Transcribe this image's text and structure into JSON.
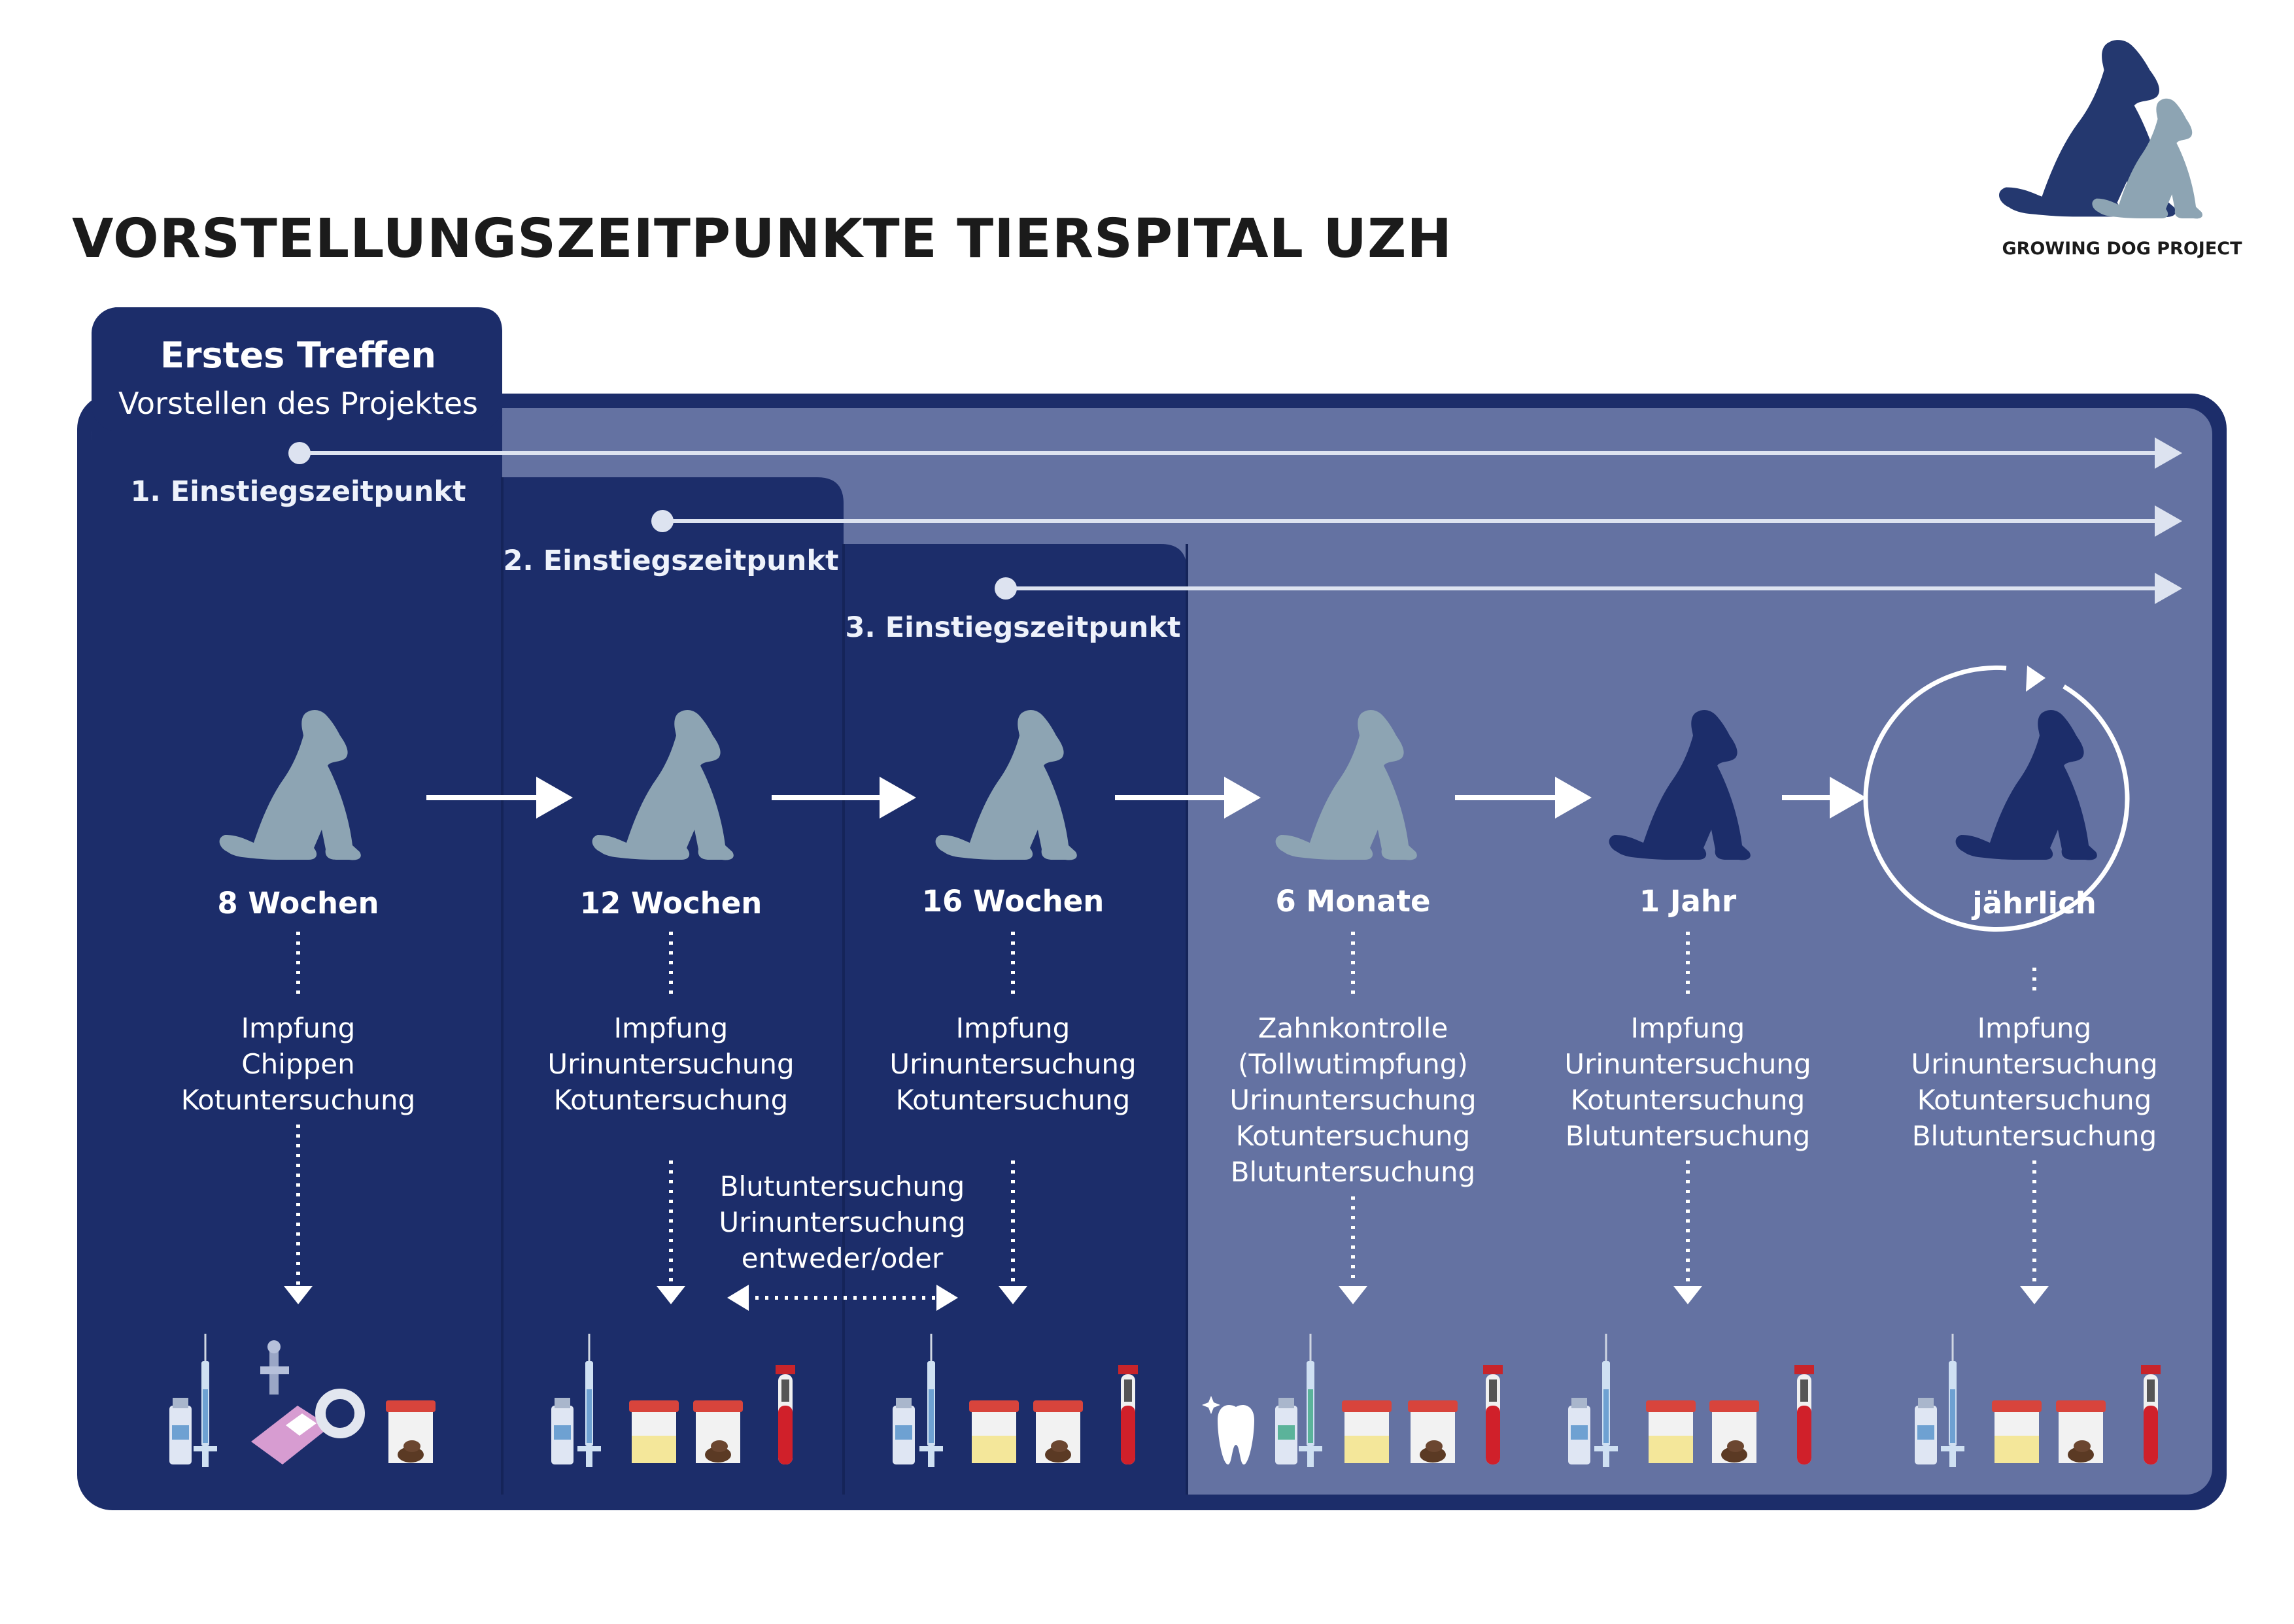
{
  "title": "VORSTELLUNGSZEITPUNKTE TIERSPITAL UZH",
  "logo_text": "GROWING DOG PROJECT",
  "first_meeting": {
    "title": "Erstes Treffen",
    "subtitle": "Vorstellen des Projektes"
  },
  "entry_points": [
    "1. Einstiegszeitpunkt",
    "2. Einstiegszeitpunkt",
    "3. Einstiegszeitpunkt"
  ],
  "stages": [
    {
      "label": "8 Wochen",
      "items": [
        "Impfung",
        "Chippen",
        "Kotuntersuchung"
      ]
    },
    {
      "label": "12 Wochen",
      "items": [
        "Impfung",
        "Urinuntersuchung",
        "Kotuntersuchung"
      ]
    },
    {
      "label": "16 Wochen",
      "items": [
        "Impfung",
        "Urinuntersuchung",
        "Kotuntersuchung"
      ]
    },
    {
      "label": "6 Monate",
      "items": [
        "Zahnkontrolle",
        "(Tollwutimpfung)",
        "Urinuntersuchung",
        "Kotuntersuchung",
        "Blutuntersuchung"
      ]
    },
    {
      "label": "1 Jahr",
      "items": [
        "Impfung",
        "Urinuntersuchung",
        "Kotuntersuchung",
        "Blutuntersuchung"
      ]
    },
    {
      "label": "jährlich",
      "items": [
        "Impfung",
        "Urinuntersuchung",
        "Kotuntersuchung",
        "Blutuntersuchung"
      ]
    }
  ],
  "either_or": {
    "items": [
      "Blutuntersuchung",
      "Urinuntersuchung"
    ],
    "note": "entweder/oder"
  },
  "colors": {
    "navy": "#1c2d6a",
    "panel_light": "#6472a2",
    "dog_light": "#8da4b3",
    "dog_dark": "#1c2d6a",
    "white": "#ffffff",
    "title_text": "#1b1b1b"
  },
  "icons": [
    "vaccine-icon",
    "microchip-scanner-icon",
    "stool-sample-icon",
    "urine-sample-icon",
    "blood-tube-icon",
    "tooth-icon",
    "sitting-dog-icon",
    "repeat-circle-icon",
    "logo-dogs-icon"
  ]
}
